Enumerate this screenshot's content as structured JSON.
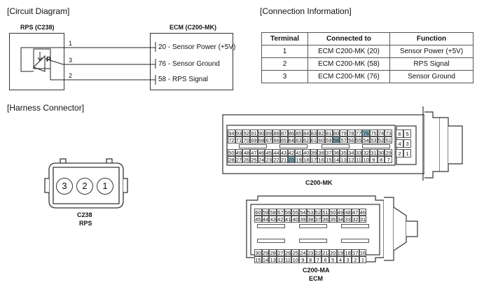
{
  "sections": {
    "circuit": "[Circuit Diagram]",
    "connection": "[Connection Information]",
    "harness": "[Harness Connector]"
  },
  "circuit": {
    "rps_label": "RPS (C238)",
    "ecm_label": "ECM (C200-MK)",
    "sensor_letter": "P",
    "wires": [
      {
        "rps_pin": "1",
        "ecm_text": "20 - Sensor Power (+5V)"
      },
      {
        "rps_pin": "3",
        "ecm_text": "76 - Sensor Ground"
      },
      {
        "rps_pin": "2",
        "ecm_text": "58 - RPS Signal"
      }
    ]
  },
  "connection_table": {
    "headers": [
      "Terminal",
      "Connected to",
      "Function"
    ],
    "rows": [
      [
        "1",
        "ECM C200-MK (20)",
        "Sensor Power (+5V)"
      ],
      [
        "2",
        "ECM C200-MK (58)",
        "RPS Signal"
      ],
      [
        "3",
        "ECM C200-MK (76)",
        "Sensor Ground"
      ]
    ]
  },
  "rps_connector": {
    "pins": [
      "3",
      "2",
      "1"
    ],
    "name": "C238",
    "label": "RPS"
  },
  "mk_connector": {
    "name": "C200-MK",
    "rows": [
      [
        "94",
        "93",
        "92",
        "91",
        "90",
        "89",
        "88",
        "87",
        "86",
        "85",
        "84",
        "83",
        "82",
        "81",
        "80",
        "79",
        "78",
        "77",
        "76",
        "75",
        "74",
        "73"
      ],
      [
        "72",
        "71",
        "70",
        "69",
        "68",
        "67",
        "66",
        "65",
        "64",
        "63",
        "62",
        "61",
        "60",
        "59",
        "58",
        "57",
        "56",
        "55",
        "54",
        "53",
        "52",
        "51"
      ],
      [
        "50",
        "49",
        "48",
        "47",
        "46",
        "45",
        "44",
        "43",
        "42",
        "41",
        "40",
        "39",
        "38",
        "37",
        "36",
        "35",
        "34",
        "33",
        "32",
        "31",
        "30",
        "29"
      ],
      [
        "28",
        "27",
        "26",
        "25",
        "24",
        "23",
        "22",
        "21",
        "20",
        "19",
        "18",
        "17",
        "16",
        "15",
        "14",
        "13",
        "12",
        "11",
        "10",
        "9",
        "8",
        "7"
      ]
    ],
    "highlight": [
      "76",
      "58",
      "20"
    ],
    "side_pins": [
      [
        "6",
        "5"
      ],
      [
        "4",
        "3"
      ],
      [
        "2",
        "1"
      ]
    ]
  },
  "ma_connector": {
    "name": "C200-MA",
    "label": "ECM",
    "rows": [
      [
        "60",
        "59",
        "58",
        "57",
        "56",
        "55",
        "54",
        "53",
        "52",
        "51",
        "50",
        "49",
        "48",
        "47",
        "46"
      ],
      [
        "45",
        "44",
        "43",
        "42",
        "41",
        "40",
        "39",
        "38",
        "37",
        "36",
        "35",
        "34",
        "33",
        "32",
        "31"
      ],
      [
        "30",
        "29",
        "28",
        "27",
        "26",
        "25",
        "24",
        "23",
        "22",
        "21",
        "20",
        "19",
        "18",
        "17",
        "16"
      ],
      [
        "15",
        "14",
        "13",
        "12",
        "11",
        "10",
        "9",
        "8",
        "7",
        "6",
        "5",
        "4",
        "3",
        "2",
        "1"
      ]
    ]
  }
}
